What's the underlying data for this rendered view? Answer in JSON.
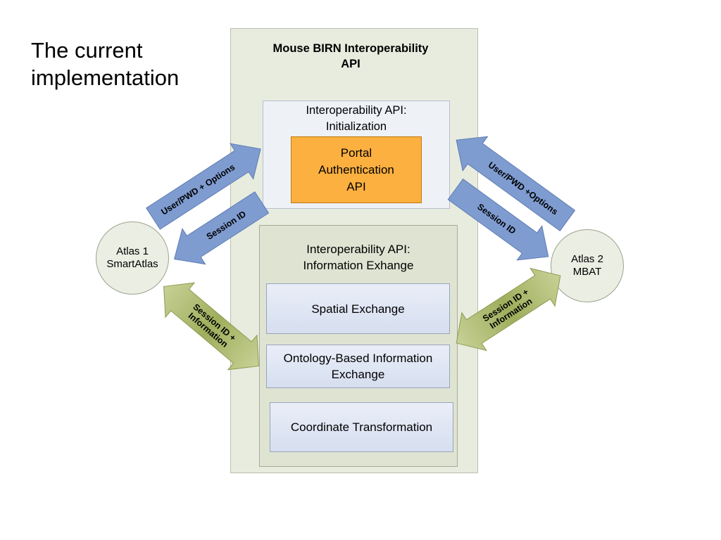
{
  "slide_title": "The current\nimplementation",
  "outer": {
    "title": "Mouse BIRN Interoperability\nAPI"
  },
  "init": {
    "title": "Interoperability API:\nInitialization",
    "portal": "Portal\nAuthentication\nAPI"
  },
  "info": {
    "title": "Interoperability API:\nInformation Exhange",
    "items": [
      "Spatial Exchange",
      "Ontology-Based Information\nExchange",
      "Coordinate Transformation"
    ]
  },
  "atlas1": {
    "label": "Atlas 1\nSmartAtlas"
  },
  "atlas2": {
    "label": "Atlas 2\nMBAT"
  },
  "arrows": {
    "left_user_pwd": "User/PWD + Options",
    "left_session": "Session ID",
    "left_info": [
      "Session ID +",
      "Information"
    ],
    "right_user_pwd": "User/PWD +Options",
    "right_session": "Session ID",
    "right_info": [
      "Session ID +",
      "Information"
    ]
  },
  "colors": {
    "blue_arrow": "#7f9cd1",
    "green_arrow": "#b9c77e",
    "portal": "#fbb040",
    "outer_bg": "#e8ecdf"
  }
}
